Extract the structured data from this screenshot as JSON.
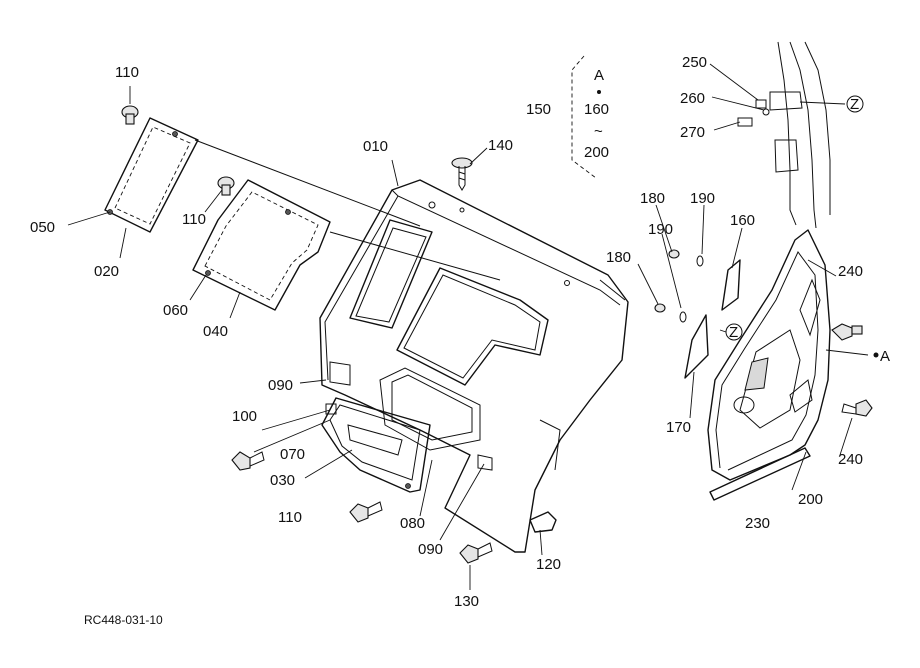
{
  "diagram": {
    "code": "RC448-031-10",
    "range_box": {
      "ref": "150",
      "top": "A",
      "from": "160",
      "tilde": "~",
      "to": "200"
    },
    "labels": {
      "p010": "010",
      "p020": "020",
      "p030": "030",
      "p040": "040",
      "p050": "050",
      "p060": "060",
      "p070": "070",
      "p080": "080",
      "p090a": "090",
      "p090b": "090",
      "p100": "100",
      "p110a": "110",
      "p110b": "110",
      "p110c": "110",
      "p120": "120",
      "p130": "130",
      "p140": "140",
      "p160": "160",
      "p170": "170",
      "p180a": "180",
      "p180b": "180",
      "p190a": "190",
      "p190b": "190",
      "p200": "200",
      "p230": "230",
      "p240a": "240",
      "p240b": "240",
      "p250": "250",
      "p260": "260",
      "p270": "270"
    },
    "markers": {
      "z1": "Z",
      "z2": "Z",
      "a": "A"
    }
  }
}
